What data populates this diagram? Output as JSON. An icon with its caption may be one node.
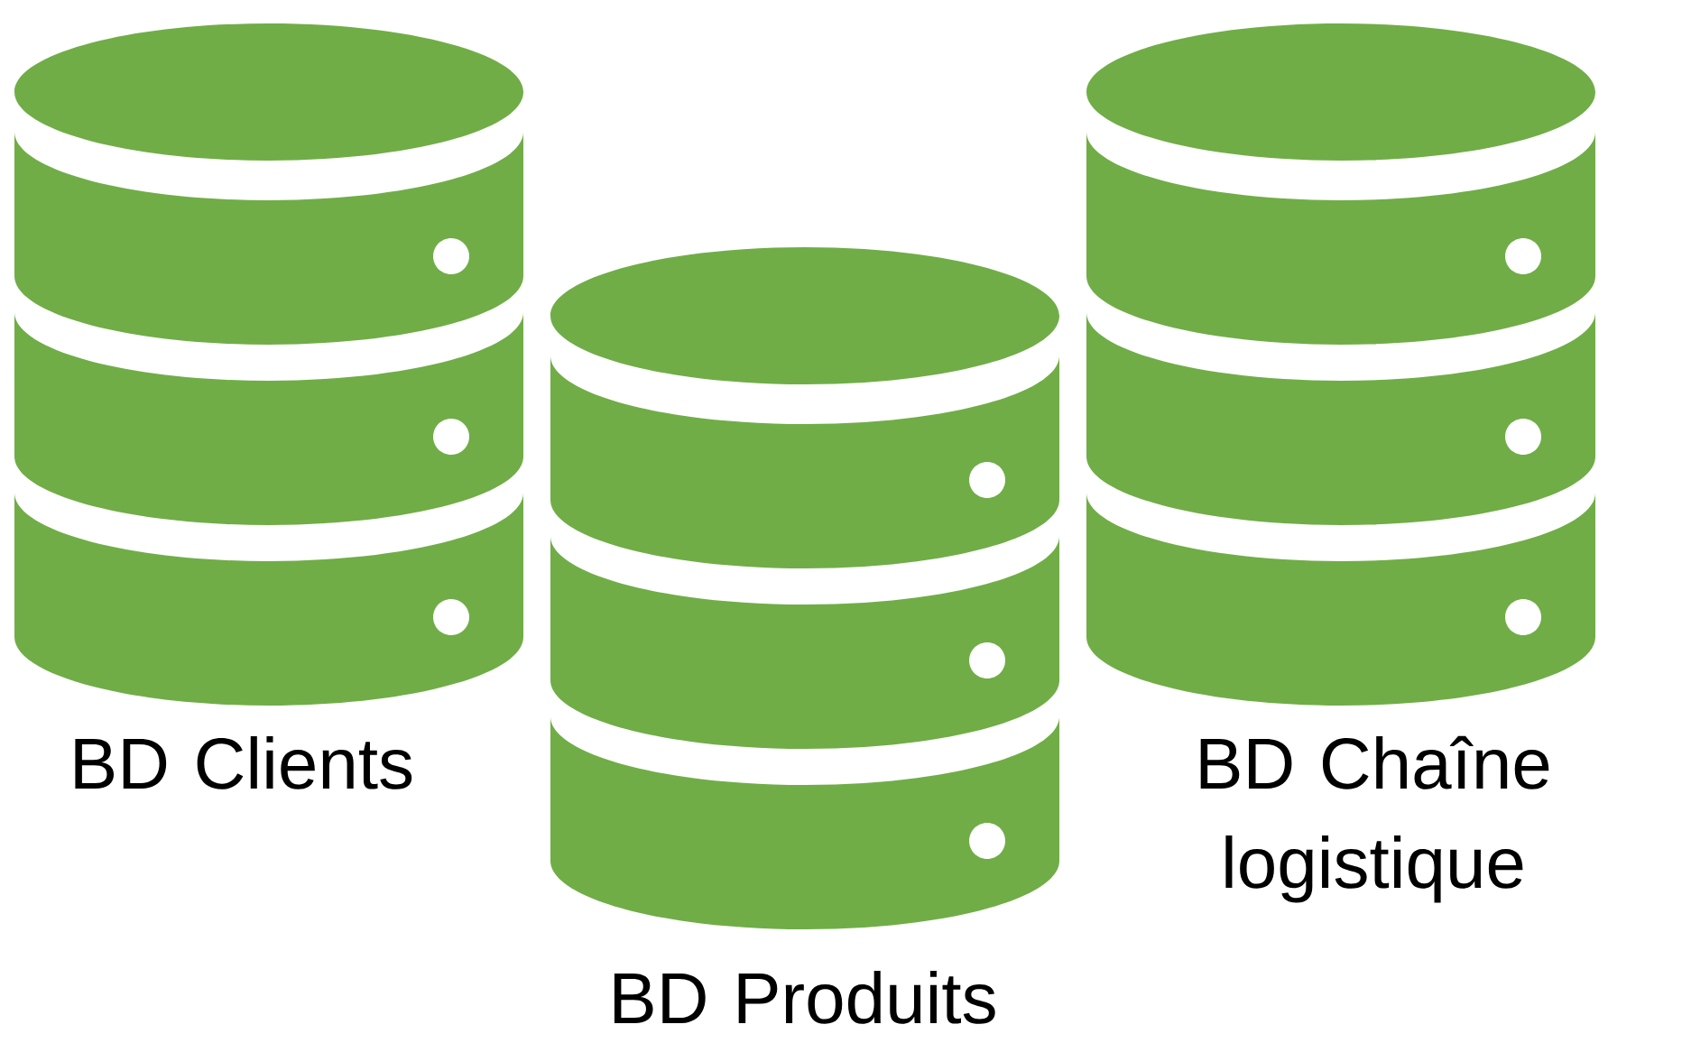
{
  "diagram": {
    "nodes": [
      {
        "text": [
          "BD Clients"
        ]
      },
      {
        "text": [
          "BD Produits"
        ]
      },
      {
        "text": [
          "BD Chaîne logistique"
        ]
      }
    ]
  }
}
